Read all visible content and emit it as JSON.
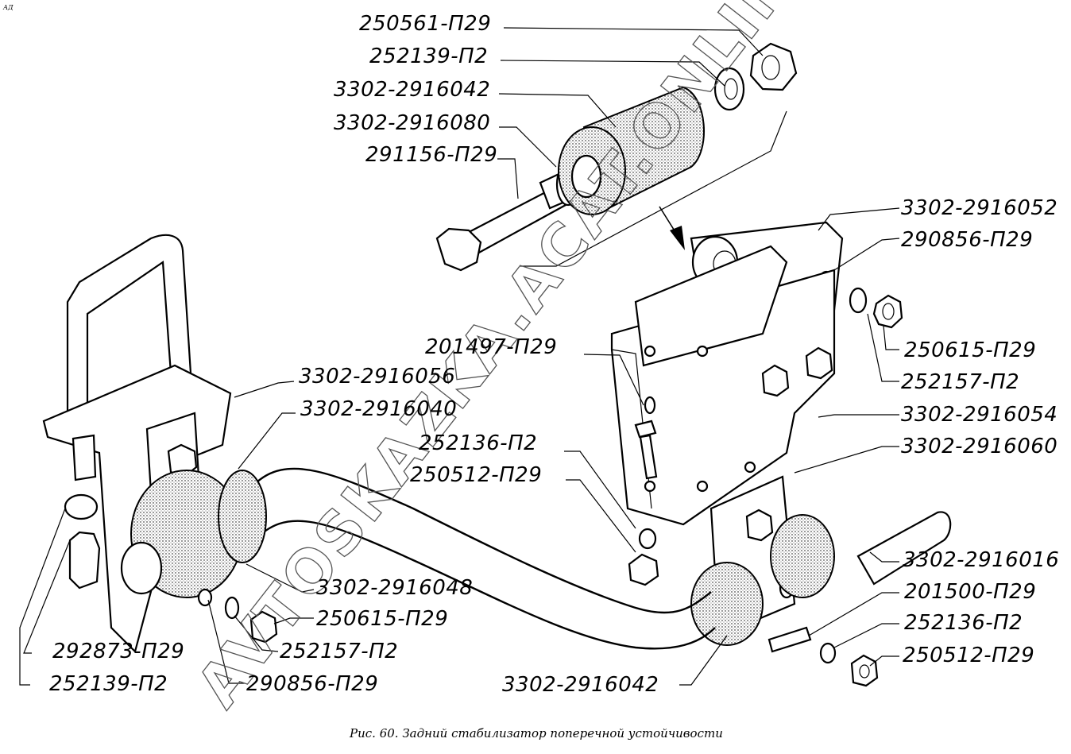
{
  "corner_mark": "АД",
  "caption": "Рис. 60. Задний стабилизатор поперечной устойчивости",
  "watermark": "AVTOSKAZKA.ACAT.ONLINE",
  "colors": {
    "ink": "#000000",
    "paper": "#ffffff",
    "watermark": "#555555"
  },
  "labels": {
    "top_nut": "250561-П29",
    "top_washer": "252139-П2",
    "top_bushing": "3302-2916042",
    "top_spacer": "3302-2916080",
    "top_bolt": "291156-П29",
    "upper_bracket": "3302-2916052",
    "upper_bolt": "290856-П29",
    "right_nut": "250615-П29",
    "right_washer": "252157-П2",
    "bolt_201497": "201497-П29",
    "left_clamp": "3302-2916056",
    "left_bushing": "3302-2916040",
    "mid_washer": "252136-П2",
    "mid_nut": "250512-П29",
    "link_bracket": "3302-2916054",
    "link": "3302-2916060",
    "bar": "3302-2916016",
    "bolt_201500": "201500-П29",
    "low_washer": "252136-П2",
    "low_nut": "250512-П29",
    "left_cap": "3302-2916048",
    "left_nut": "250615-П29",
    "left_washer": "252157-П2",
    "left_bolt": "290856-П29",
    "ubolt_nut": "292873-П29",
    "ubolt_washer": "252139-П2",
    "bottom_bushing": "3302-2916042"
  }
}
